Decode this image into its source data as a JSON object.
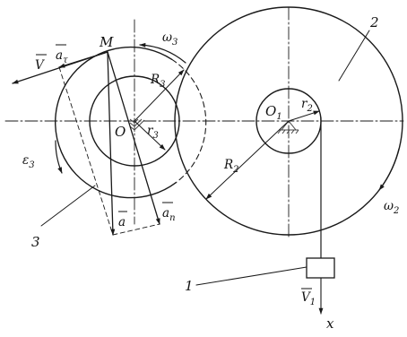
{
  "labels": {
    "gear_2": "2",
    "gear_3": "3",
    "body_1": "1",
    "point_M": "M",
    "center_O": "O",
    "center_O1": {
      "base": "O",
      "sub": "1"
    },
    "R3": {
      "base": "R",
      "sub": "3"
    },
    "r3": {
      "base": "r",
      "sub": "3"
    },
    "R2": {
      "base": "R",
      "sub": "2"
    },
    "r2": {
      "base": "r",
      "sub": "2"
    },
    "omega3": {
      "base": "ω",
      "sub": "3"
    },
    "omega2": {
      "base": "ω",
      "sub": "2"
    },
    "epsilon3": {
      "base": "ε",
      "sub": "3"
    },
    "V": "V",
    "a_tau": {
      "base": "a",
      "sub": "τ"
    },
    "a": "a",
    "a_n": {
      "base": "a",
      "sub": "n"
    },
    "V1": {
      "base": "V",
      "sub": "1"
    },
    "x_axis": "x"
  },
  "colors": {
    "ink": "#1a1a1a",
    "background": "#ffffff",
    "support_hatch": "#444444"
  }
}
